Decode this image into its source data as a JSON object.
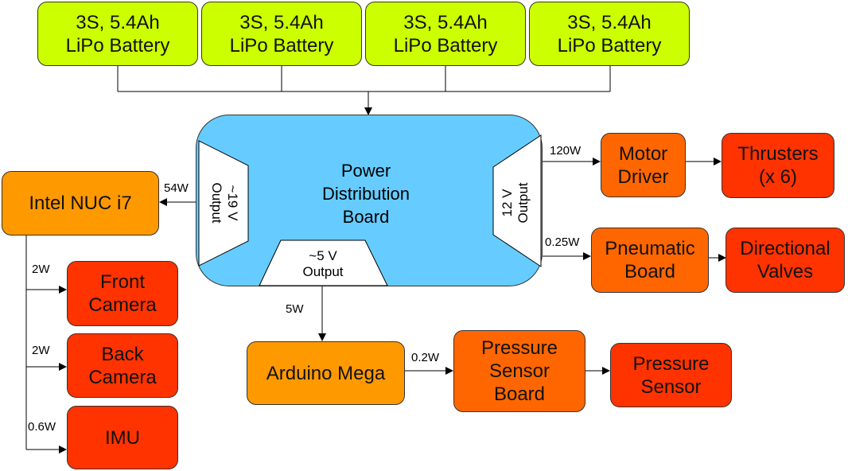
{
  "batteries": [
    {
      "line1": "3S, 5.4Ah",
      "line2": "LiPo Battery"
    },
    {
      "line1": "3S, 5.4Ah",
      "line2": "LiPo Battery"
    },
    {
      "line1": "3S, 5.4Ah",
      "line2": "LiPo Battery"
    },
    {
      "line1": "3S, 5.4Ah",
      "line2": "LiPo Battery"
    }
  ],
  "pdb": {
    "line1": "Power",
    "line2": "Distribution",
    "line3": "Board",
    "out19_line1": "~19 V",
    "out19_line2": "Output",
    "out12_line1": "12 V",
    "out12_line2": "Output",
    "out5_line1": "~5 V",
    "out5_line2": "Output"
  },
  "nodes": {
    "nuc": "Intel NUC i7",
    "front_camera": {
      "line1": "Front",
      "line2": "Camera"
    },
    "back_camera": {
      "line1": "Back",
      "line2": "Camera"
    },
    "imu": "IMU",
    "motor_driver": {
      "line1": "Motor",
      "line2": "Driver"
    },
    "thrusters": {
      "line1": "Thrusters",
      "line2": "(x 6)"
    },
    "pneumatic_board": {
      "line1": "Pneumatic",
      "line2": "Board"
    },
    "directional_valves": {
      "line1": "Directional",
      "line2": "Valves"
    },
    "arduino": "Arduino Mega",
    "pressure_board": {
      "line1": "Pressure",
      "line2": "Sensor",
      "line3": "Board"
    },
    "pressure_sensor": {
      "line1": "Pressure",
      "line2": "Sensor"
    }
  },
  "power_labels": {
    "nuc": "54W",
    "front_camera": "2W",
    "back_camera": "2W",
    "imu": "0.6W",
    "motor_driver": "120W",
    "pneumatic": "0.25W",
    "arduino": "5W",
    "pressure_board": "0.2W"
  },
  "colors": {
    "battery": "#ccff00",
    "pdb": "#66ccff",
    "compute": "#ff9900",
    "driver": "#ff6600",
    "actuator": "#ff3300"
  }
}
